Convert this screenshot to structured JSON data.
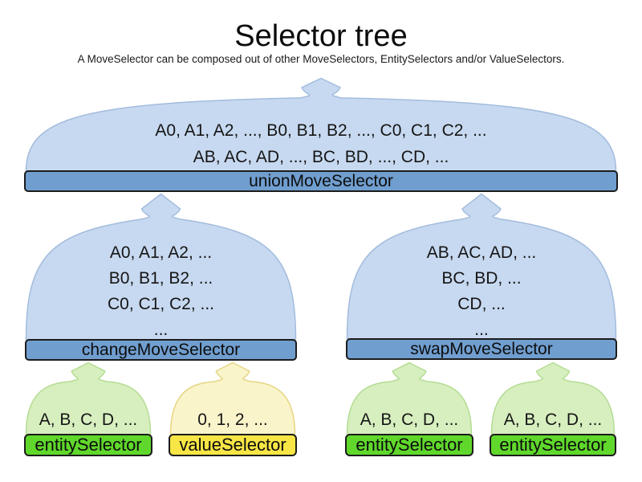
{
  "header": {
    "title": "Selector tree",
    "subtitle": "A MoveSelector can be composed out of other MoveSelectors, EntitySelectors and/or ValueSelectors."
  },
  "colors": {
    "blue_funnel_fill": "#c7d9f0",
    "blue_funnel_stroke": "#a3bcdd",
    "blue_bar_fill": "#709ecf",
    "green_funnel_fill": "#d7efbf",
    "green_funnel_stroke": "#b4dc92",
    "green_bar_fill": "#5fd82b",
    "yellow_funnel_fill": "#faf4ca",
    "yellow_funnel_stroke": "#e6d583",
    "yellow_bar_fill": "#f7e645",
    "bar_border": "#1c1c1c"
  },
  "nodes": {
    "union": {
      "label": "unionMoveSelector",
      "line1": "A0, A1, A2, ..., B0, B1, B2, ..., C0, C1, C2, ...",
      "line2": "AB, AC, AD, ..., BC, BD, ..., CD, ..."
    },
    "change": {
      "label": "changeMoveSelector",
      "line1": "A0, A1, A2, ...",
      "line2": "B0, B1, B2, ...",
      "line3": "C0, C1, C2, ...",
      "line4": "..."
    },
    "swap": {
      "label": "swapMoveSelector",
      "line1": "AB, AC, AD, ...",
      "line2": "BC, BD, ...",
      "line3": "CD, ...",
      "line4": "..."
    },
    "entity_left": {
      "label": "entitySelector",
      "line1": "A, B, C, D, ..."
    },
    "value_left": {
      "label": "valueSelector",
      "line1": "0, 1, 2, ..."
    },
    "entity_mid": {
      "label": "entitySelector",
      "line1": "A, B, C, D, ..."
    },
    "entity_right": {
      "label": "entitySelector",
      "line1": "A, B, C, D, ..."
    }
  }
}
